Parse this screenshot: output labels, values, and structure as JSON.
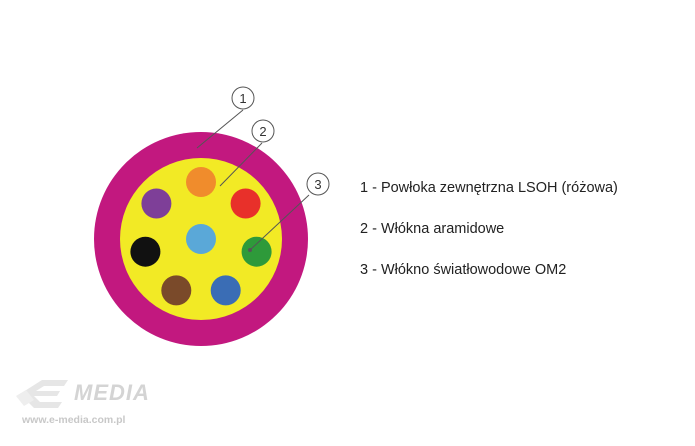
{
  "colors": {
    "outer_jacket": "#c2187f",
    "aramid_fibers": "#f2ea25",
    "leader_lines": "#555555"
  },
  "fibers": [
    {
      "color": "#f08c2c",
      "name": "orange"
    },
    {
      "color": "#e8302a",
      "name": "red"
    },
    {
      "color": "#2e9a3a",
      "name": "green"
    },
    {
      "color": "#3a6db5",
      "name": "blue"
    },
    {
      "color": "#7a4a2a",
      "name": "brown"
    },
    {
      "color": "#111111",
      "name": "black"
    },
    {
      "color": "#7e3f98",
      "name": "violet"
    },
    {
      "color": "#5aa8d8",
      "name": "light-blue"
    }
  ],
  "callouts": [
    "1",
    "2",
    "3"
  ],
  "legend": [
    "1 - Powłoka zewnętrzna LSOH (różowa)",
    "2 - Włókna aramidowe",
    "3 - Włókno światłowodowe OM2"
  ],
  "watermark": {
    "brand": "MEDIA",
    "url": "www.e-media.com.pl"
  }
}
